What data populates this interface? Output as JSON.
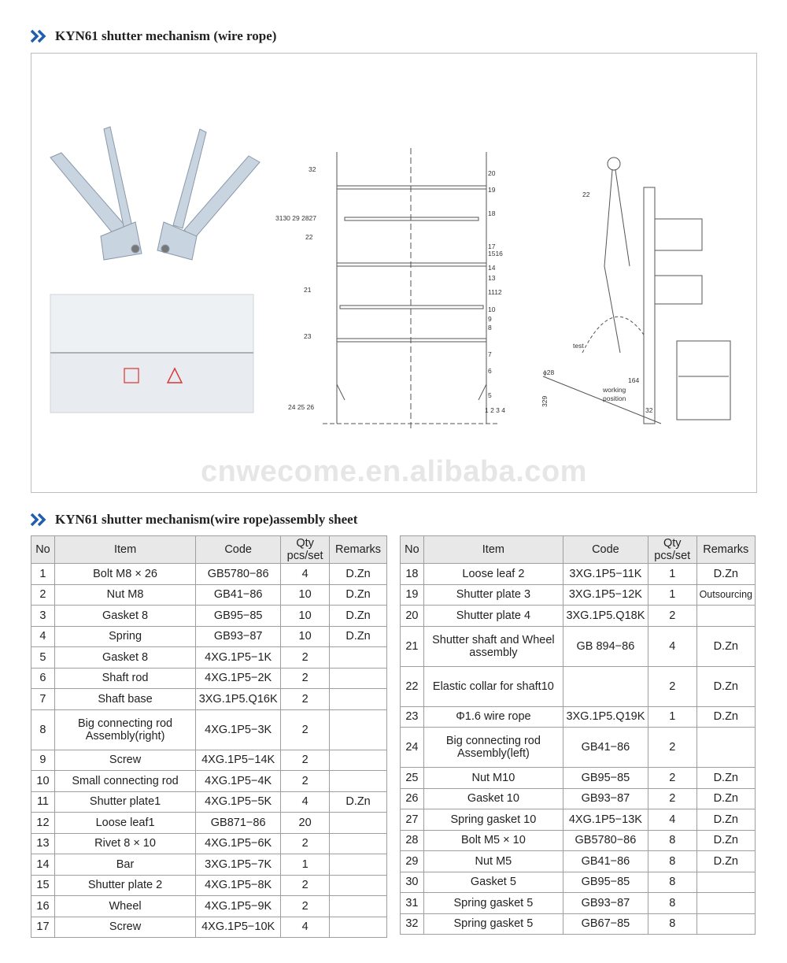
{
  "section1": {
    "title": "KYN61 shutter mechanism (wire rope)"
  },
  "section2": {
    "title": "KYN61 shutter mechanism(wire rope)assembly sheet"
  },
  "watermark": "cnwecome.en.alibaba.com",
  "drawing": {
    "front_labels": [
      "32",
      "20",
      "19",
      "18",
      "3130 29 2827",
      "22",
      "17",
      "1516",
      "14",
      "13",
      "21",
      "1112",
      "10",
      "9",
      "8",
      "23",
      "7",
      "6",
      "5",
      "24 25 26",
      "1 2 3 4"
    ],
    "side_labels": [
      "22",
      "test",
      "ϕ28",
      "164",
      "working",
      "position",
      "329",
      "32"
    ]
  },
  "columns": [
    "No",
    "Item",
    "Code",
    "Qty pcs/set",
    "Remarks"
  ],
  "table_left": [
    [
      "1",
      "Bolt M8 × 26",
      "GB5780−86",
      "4",
      "D.Zn"
    ],
    [
      "2",
      "Nut M8",
      "GB41−86",
      "10",
      "D.Zn"
    ],
    [
      "3",
      "Gasket 8",
      "GB95−85",
      "10",
      "D.Zn"
    ],
    [
      "4",
      "Spring",
      "GB93−87",
      "10",
      "D.Zn"
    ],
    [
      "5",
      "Gasket 8",
      "4XG.1P5−1K",
      "2",
      ""
    ],
    [
      "6",
      "Shaft rod",
      "4XG.1P5−2K",
      "2",
      ""
    ],
    [
      "7",
      "Shaft base",
      "3XG.1P5.Q16K",
      "2",
      ""
    ],
    [
      "8",
      "Big connecting rod Assembly(right)",
      "4XG.1P5−3K",
      "2",
      ""
    ],
    [
      "9",
      "Screw",
      "4XG.1P5−14K",
      "2",
      ""
    ],
    [
      "10",
      "Small connecting rod",
      "4XG.1P5−4K",
      "2",
      ""
    ],
    [
      "11",
      "Shutter plate1",
      "4XG.1P5−5K",
      "4",
      "D.Zn"
    ],
    [
      "12",
      "Loose leaf1",
      "GB871−86",
      "20",
      ""
    ],
    [
      "13",
      "Rivet 8 × 10",
      "4XG.1P5−6K",
      "2",
      ""
    ],
    [
      "14",
      "Bar",
      "3XG.1P5−7K",
      "1",
      ""
    ],
    [
      "15",
      "Shutter plate 2",
      "4XG.1P5−8K",
      "2",
      ""
    ],
    [
      "16",
      "Wheel",
      "4XG.1P5−9K",
      "2",
      ""
    ],
    [
      "17",
      "Screw",
      "4XG.1P5−10K",
      "4",
      ""
    ]
  ],
  "table_right": [
    [
      "18",
      "Loose leaf 2",
      "3XG.1P5−11K",
      "1",
      "D.Zn"
    ],
    [
      "19",
      "Shutter plate 3",
      "3XG.1P5−12K",
      "1",
      "Outsourcing"
    ],
    [
      "20",
      "Shutter plate 4",
      "3XG.1P5.Q18K",
      "2",
      ""
    ],
    [
      "21",
      "Shutter shaft and Wheel assembly",
      "GB 894−86",
      "4",
      "D.Zn"
    ],
    [
      "22",
      "Elastic collar for shaft10",
      "",
      "2",
      "D.Zn"
    ],
    [
      "23",
      "Φ1.6 wire rope",
      "3XG.1P5.Q19K",
      "1",
      "D.Zn"
    ],
    [
      "24",
      "Big connecting rod Assembly(left)",
      "GB41−86",
      "2",
      ""
    ],
    [
      "25",
      "Nut M10",
      "GB95−85",
      "2",
      "D.Zn"
    ],
    [
      "26",
      "Gasket 10",
      "GB93−87",
      "2",
      "D.Zn"
    ],
    [
      "27",
      "Spring gasket 10",
      "4XG.1P5−13K",
      "4",
      "D.Zn"
    ],
    [
      "28",
      "Bolt M5 × 10",
      "GB5780−86",
      "8",
      "D.Zn"
    ],
    [
      "29",
      "Nut M5",
      "GB41−86",
      "8",
      "D.Zn"
    ],
    [
      "30",
      "Gasket 5",
      "GB95−85",
      "8",
      ""
    ],
    [
      "31",
      "Spring gasket 5",
      "GB93−87",
      "8",
      ""
    ],
    [
      "32",
      "Spring gasket 5",
      "GB67−85",
      "8",
      ""
    ]
  ],
  "colors": {
    "accent": "#1f5fb0",
    "header_bg": "#e8e8e8",
    "border": "#9e9e9e"
  }
}
